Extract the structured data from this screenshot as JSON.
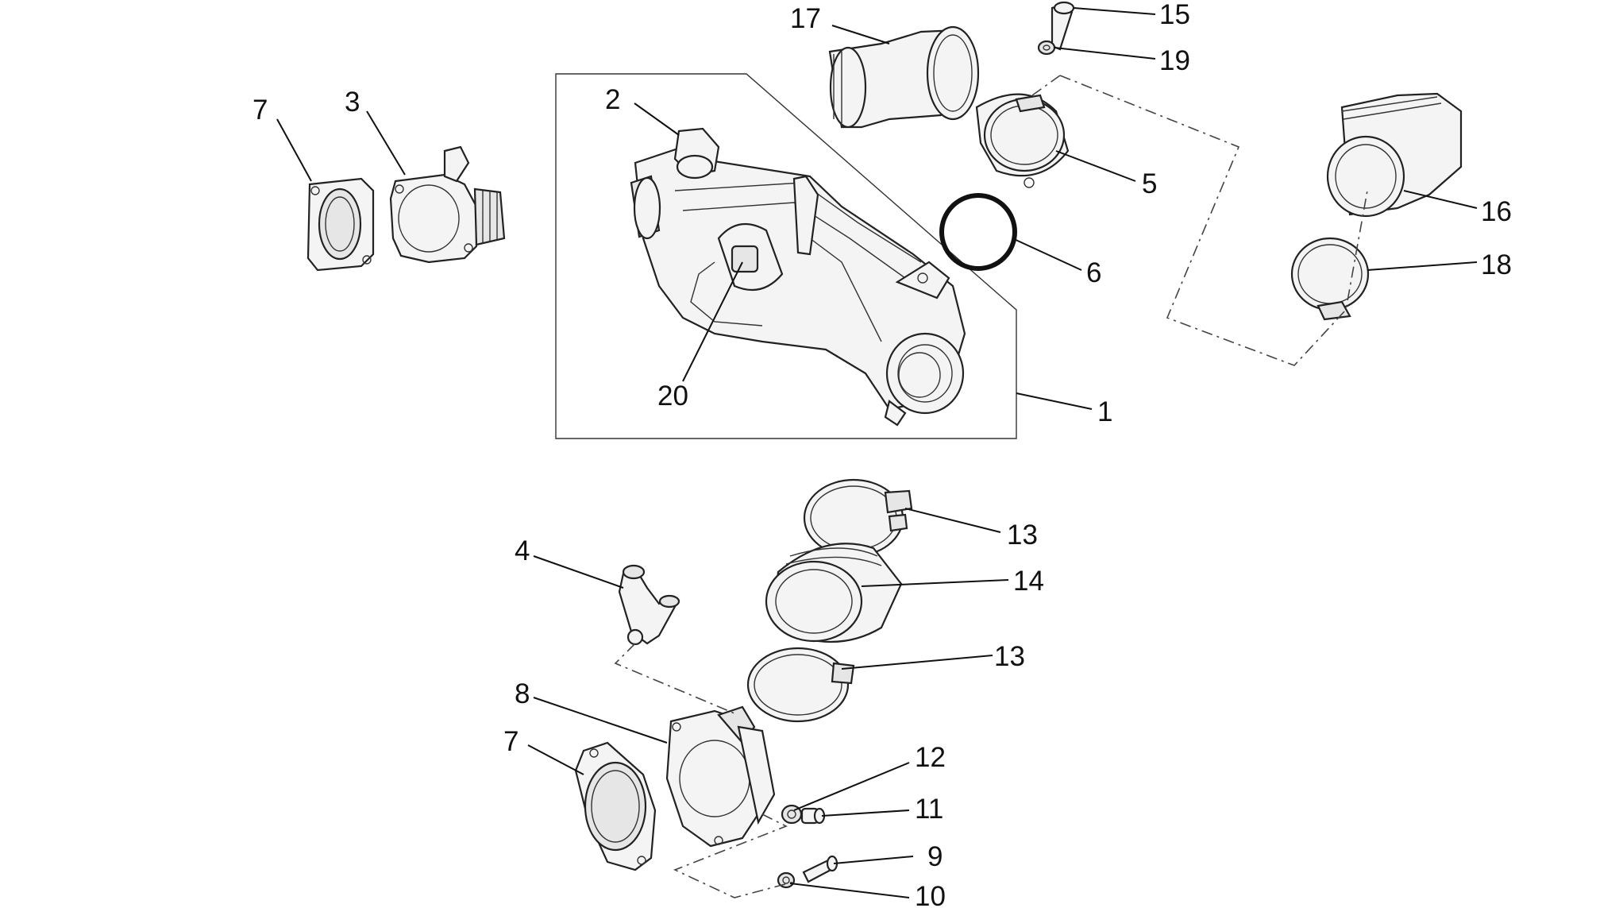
{
  "colors": {
    "ink": "#111111",
    "part_fill": "#f4f4f4",
    "shade": "#e6e6e6",
    "background": "#ffffff"
  },
  "callouts": {
    "c1": "1",
    "c2": "2",
    "c3": "3",
    "c4": "4",
    "c5": "5",
    "c6": "6",
    "c7a": "7",
    "c7b": "7",
    "c8": "8",
    "c9": "9",
    "c10": "10",
    "c11": "11",
    "c12": "12",
    "c13a": "13",
    "c13b": "13",
    "c14": "14",
    "c15": "15",
    "c16": "16",
    "c17": "17",
    "c18": "18",
    "c19": "19",
    "c20": "20"
  }
}
